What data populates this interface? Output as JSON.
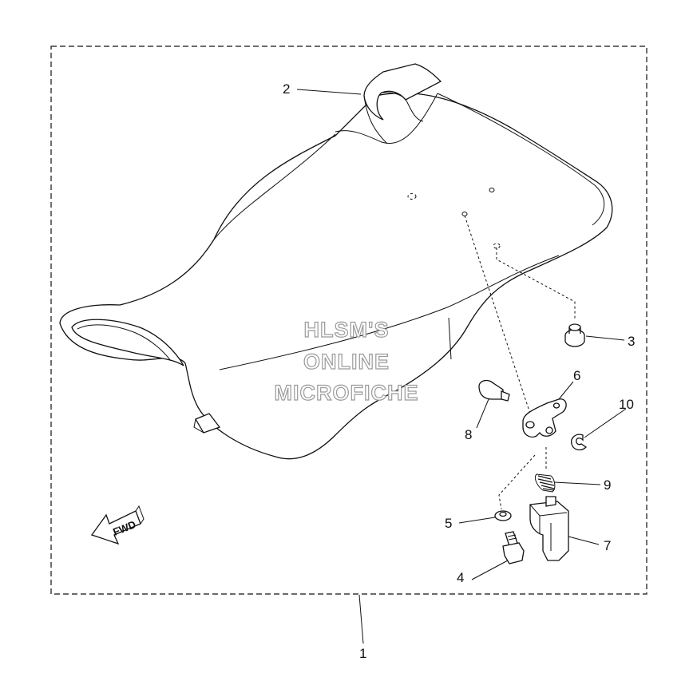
{
  "callouts": [
    {
      "id": "1",
      "text": "1"
    },
    {
      "id": "2",
      "text": "2"
    },
    {
      "id": "3",
      "text": "3"
    },
    {
      "id": "4",
      "text": "4"
    },
    {
      "id": "5",
      "text": "5"
    },
    {
      "id": "6",
      "text": "6"
    },
    {
      "id": "7",
      "text": "7"
    },
    {
      "id": "8",
      "text": "8"
    },
    {
      "id": "9",
      "text": "9"
    },
    {
      "id": "10",
      "text": "10"
    }
  ],
  "watermark": {
    "line1": "HLSM'S",
    "line2": "ONLINE",
    "line3": "MICROFICHE"
  },
  "direction_arrow": {
    "text": "FWD",
    "icon": "forward-arrow-icon"
  }
}
